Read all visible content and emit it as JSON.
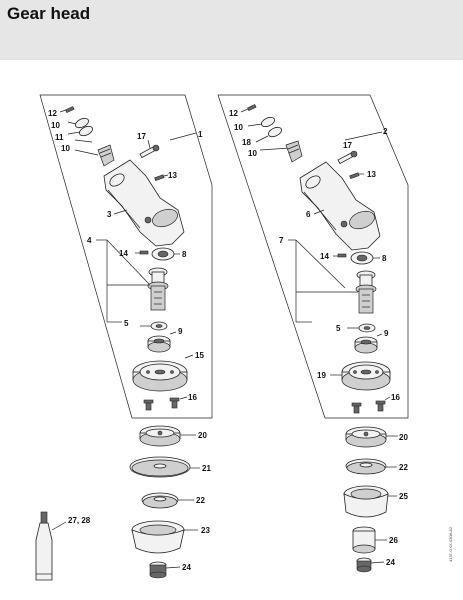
{
  "header": {
    "title": "Gear head"
  },
  "left_callouts": [
    "12",
    "10",
    "11",
    "10",
    "17",
    "1",
    "13",
    "3",
    "4",
    "14",
    "8",
    "5",
    "9",
    "15",
    "16",
    "20",
    "21",
    "22",
    "23",
    "24",
    "27, 28"
  ],
  "right_callouts": [
    "12",
    "10",
    "18",
    "10",
    "2",
    "17",
    "13",
    "6",
    "7",
    "14",
    "8",
    "5",
    "9",
    "19",
    "16",
    "20",
    "22",
    "25",
    "26",
    "24"
  ],
  "side_code": "4137-GXX-0308-A2"
}
